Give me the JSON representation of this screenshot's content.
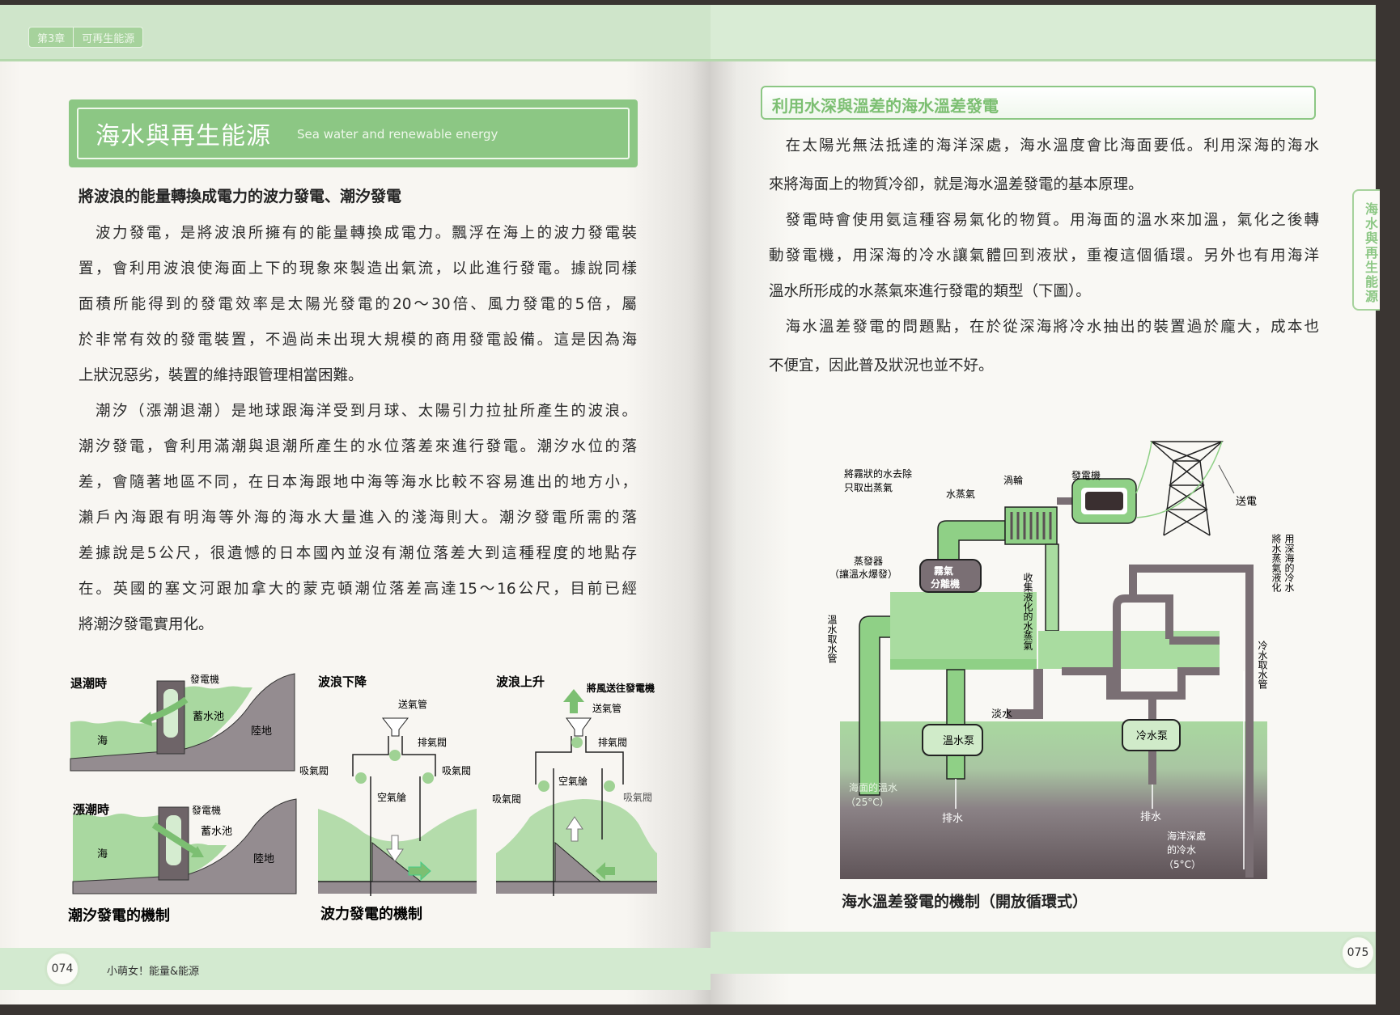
{
  "left_page": {
    "chapter_tab": {
      "chapter": "第3章",
      "name": "可再生能源"
    },
    "title": "海水與再生能源",
    "title_en": "Sea water and renewable energy",
    "subheading": "將波浪的能量轉換成電力的波力發電、潮汐發電",
    "body_lines": [
      "　波力發電，是將波浪所擁有的能量轉換成電力。飄浮在海上的波力發電裝",
      "置，會利用波浪使海面上下的現象來製造出氣流，以此進行發電。據說同樣",
      "面積所能得到的發電效率是太陽光發電的20～30倍、風力發電的5倍，屬",
      "於非常有效的發電裝置，不過尚未出現大規模的商用發電設備。這是因為海",
      "上狀況惡劣，裝置的維持跟管理相當困難。",
      "　潮汐（漲潮退潮）是地球跟海洋受到月球、太陽引力拉扯所產生的波浪。",
      "潮汐發電，會利用滿潮與退潮所產生的水位落差來進行發電。潮汐水位的落",
      "差，會隨著地區不同，在日本海跟地中海等海水比較不容易進出的地方小，",
      "瀨戶內海跟有明海等外海的海水大量進入的淺海則大。潮汐發電所需的落",
      "差據說是5公尺，很遺憾的日本國內並沒有潮位落差大到這種程度的地點存",
      "在。英國的塞文河跟加拿大的蒙克頓潮位落差高達15～16公尺，目前已經",
      "將潮汐發電實用化。"
    ],
    "tidal_diagram": {
      "ebb_label": "退潮時",
      "flood_label": "漲潮時",
      "generator": "發電機",
      "reservoir": "蓄水池",
      "sea": "海",
      "land": "陸地",
      "caption": "潮汐發電的機制"
    },
    "wave_diagram": {
      "down_label": "波浪下降",
      "up_label": "波浪上升",
      "air_pipe": "送氣管",
      "exhaust_valve": "排氣閥",
      "intake_valve": "吸氣閥",
      "air_chamber": "空氣艙",
      "to_generator": "將風送往發電機",
      "caption": "波力發電的機制"
    },
    "footer": {
      "page_number": "074",
      "book_title": "小萌女！能量&能源"
    }
  },
  "right_page": {
    "section_heading": "利用水深與溫差的海水溫差發電",
    "body_lines": [
      "　在太陽光無法抵達的海洋深處，海水溫度會比海面要低。利用深海的海水",
      "來將海面上的物質冷卻，就是海水溫差發電的基本原理。",
      "　發電時會使用氨這種容易氣化的物質。用海面的溫水來加溫，氣化之後轉",
      "動發電機，用深海的冷水讓氣體回到液狀，重複這個循環。另外也有用海洋",
      "溫水所形成的水蒸氣來進行發電的類型（下圖）。",
      "　海水溫差發電的問題點，在於從深海將冷水抽出的裝置過於龐大，成本也",
      "不便宜，因此普及狀況也並不好。"
    ],
    "side_tab": "海水與再生能源",
    "otec_diagram": {
      "mist_note_1": "將霧狀的水去除",
      "mist_note_2": "只取出蒸氣",
      "steam": "水蒸氣",
      "turbine": "渦輪",
      "generator": "發電機",
      "transmission": "送電",
      "evaporator": "蒸發器",
      "evaporator_note": "（讓溫水爆發）",
      "separator_1": "霧氣",
      "separator_2": "分離機",
      "warm_intake": "溫水取水管",
      "collect_steam": "收集液化的水蒸氣",
      "condense_note_1": "用深海的冷水",
      "condense_note_2": "將水蒸氣液化",
      "cold_intake": "冷水取水管",
      "fresh_water": "淡水",
      "warm_pump": "溫水泵",
      "cold_pump": "冷水泵",
      "surface_warm_1": "海面的溫水",
      "surface_warm_2": "（25°C）",
      "drain": "排水",
      "deep_cold_1": "海洋深處",
      "deep_cold_2": "的冷水",
      "deep_cold_3": "（5°C）",
      "caption": "海水溫差發電的機制（開放循環式）"
    },
    "footer": {
      "page_number": "075"
    }
  },
  "colors": {
    "green": "#8cc784",
    "light_green": "#cfe5ca",
    "gray": "#7a6f74",
    "dark": "#3a2f30"
  }
}
